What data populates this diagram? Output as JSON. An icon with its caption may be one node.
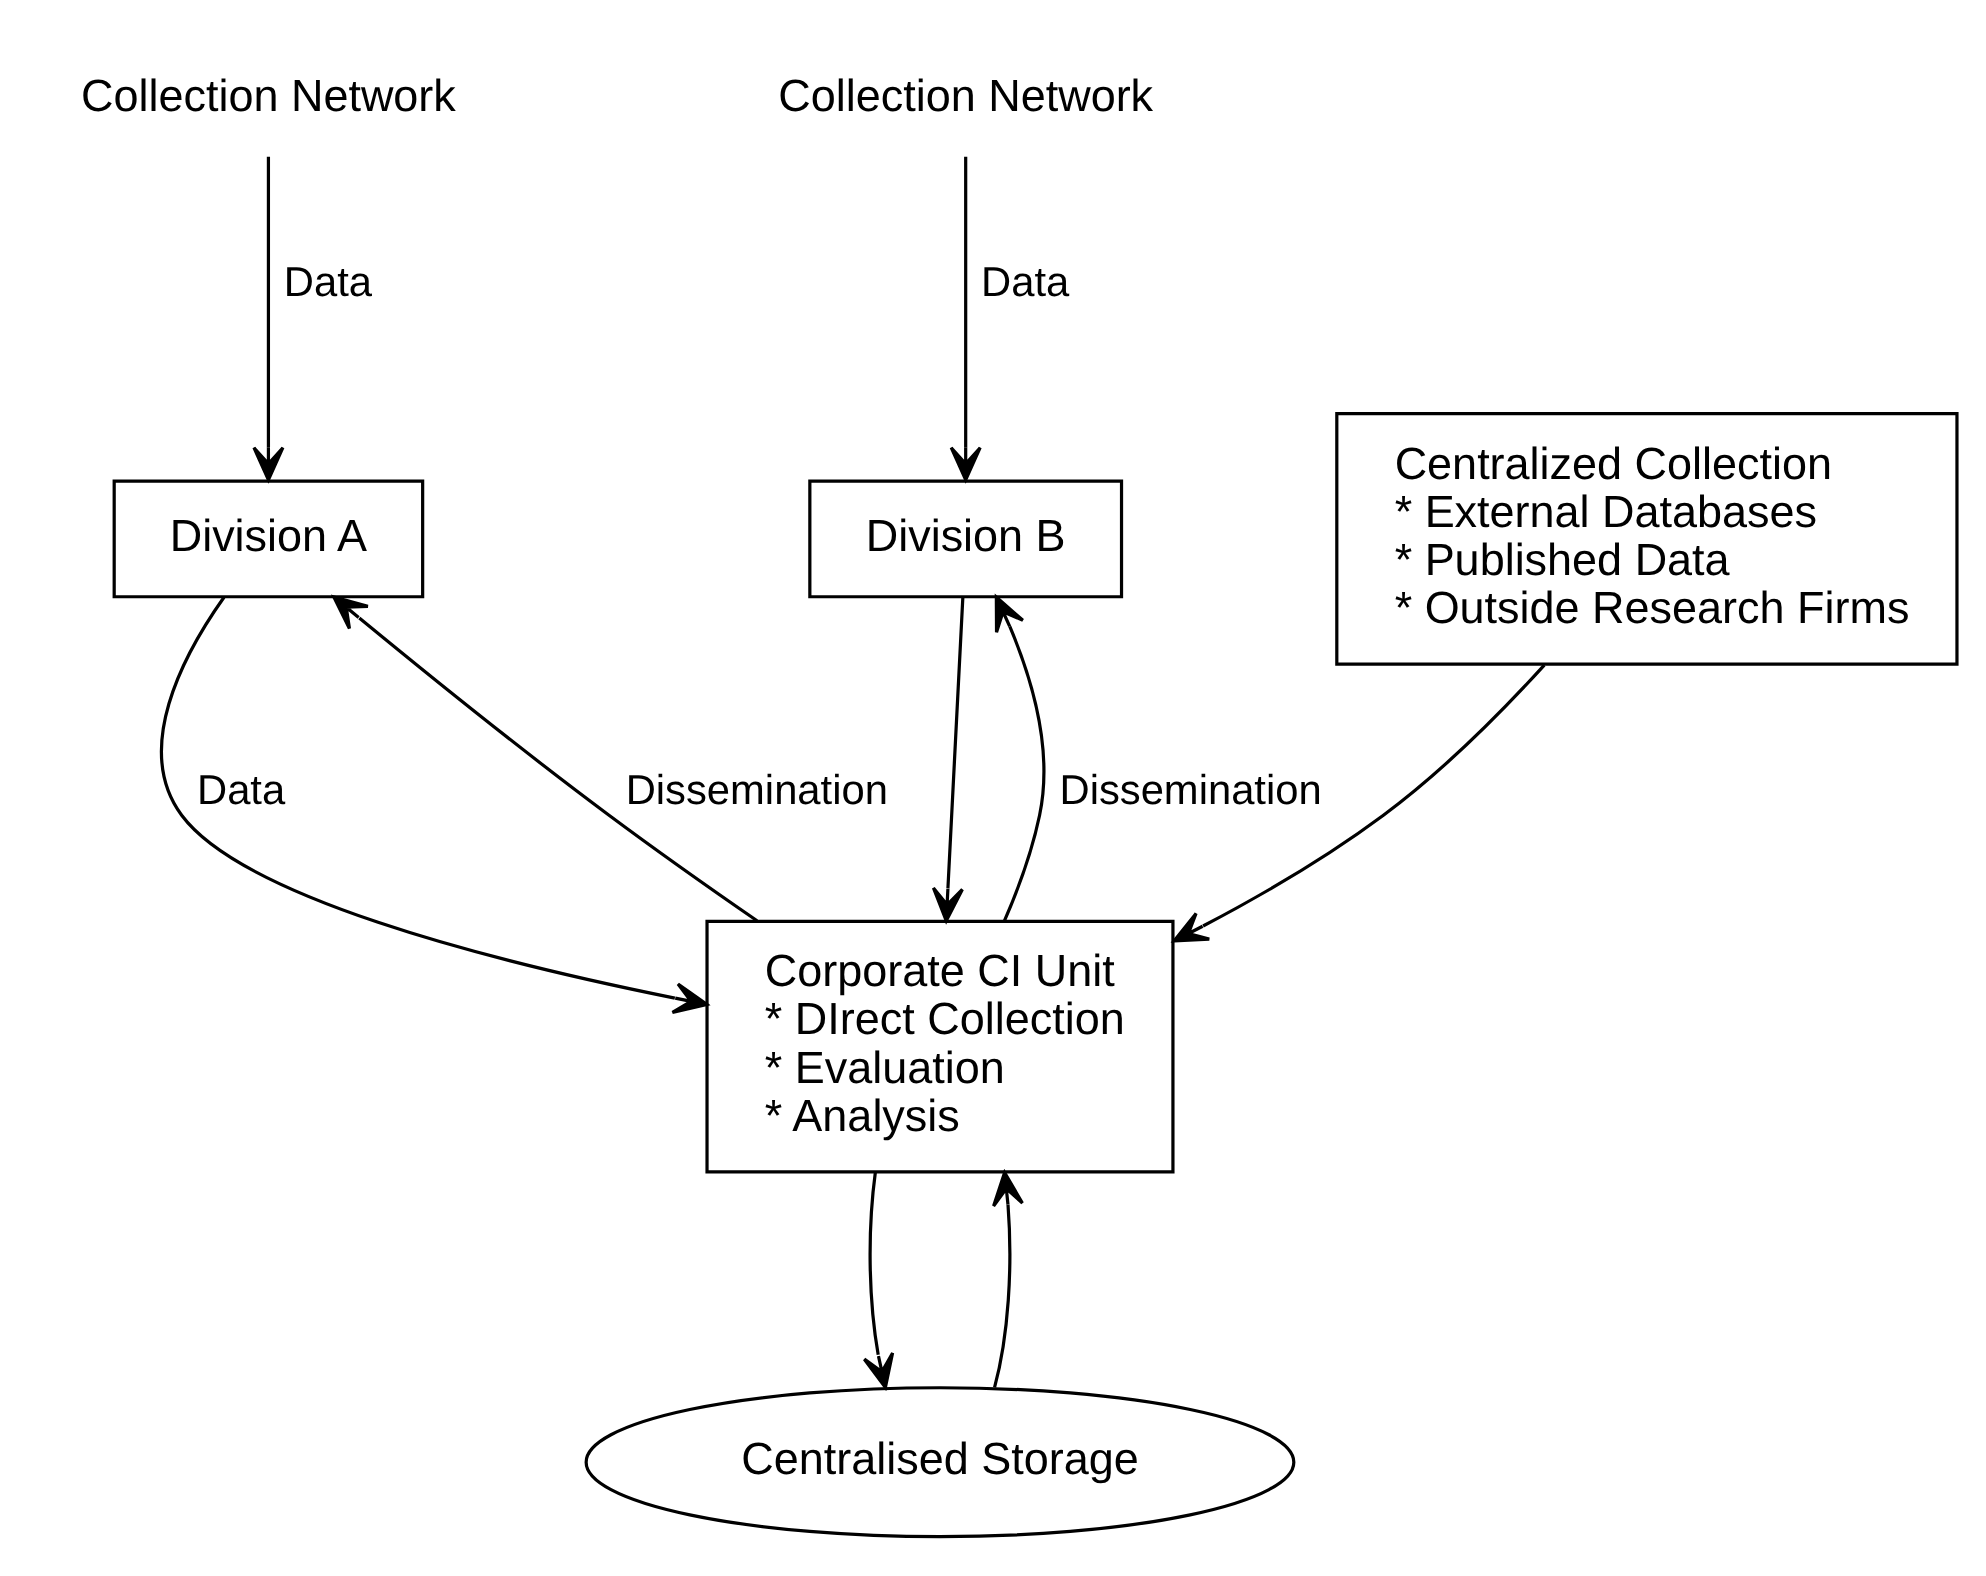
{
  "diagram": {
    "nodes": [
      {
        "text": [
          "Collection Network"
        ]
      },
      {
        "text": [
          "Collection Network"
        ]
      },
      {
        "text": [
          "Division A"
        ]
      },
      {
        "text": [
          "Division B"
        ]
      },
      {
        "text": [
          "Corporate CI Unit",
          "* DIrect Collection",
          "* Evaluation",
          "* Analysis"
        ]
      },
      {
        "text": [
          "Centralised Storage"
        ]
      },
      {
        "text": [
          "Centralized Collection",
          "* External Databases",
          "* Published Data",
          "* Outside Research Firms"
        ]
      }
    ],
    "edges": [
      {
        "from": 0,
        "to": 2,
        "arrow": "to",
        "label": "Data"
      },
      {
        "from": 1,
        "to": 3,
        "arrow": "to",
        "label": "Data"
      },
      {
        "from": 2,
        "to": 4,
        "arrow": "to",
        "label": "Data"
      },
      {
        "from": 3,
        "to": 4,
        "arrow": "to"
      },
      {
        "from": 4,
        "to": 2,
        "arrow": "to",
        "label": "Dissemination"
      },
      {
        "from": 4,
        "to": 3,
        "arrow": "to",
        "label": "Dissemination"
      },
      {
        "from": 4,
        "to": 5,
        "arrow": "to"
      },
      {
        "from": 5,
        "to": 4,
        "arrow": "to"
      },
      {
        "from": 6,
        "to": 4,
        "arrow": "to"
      }
    ]
  }
}
